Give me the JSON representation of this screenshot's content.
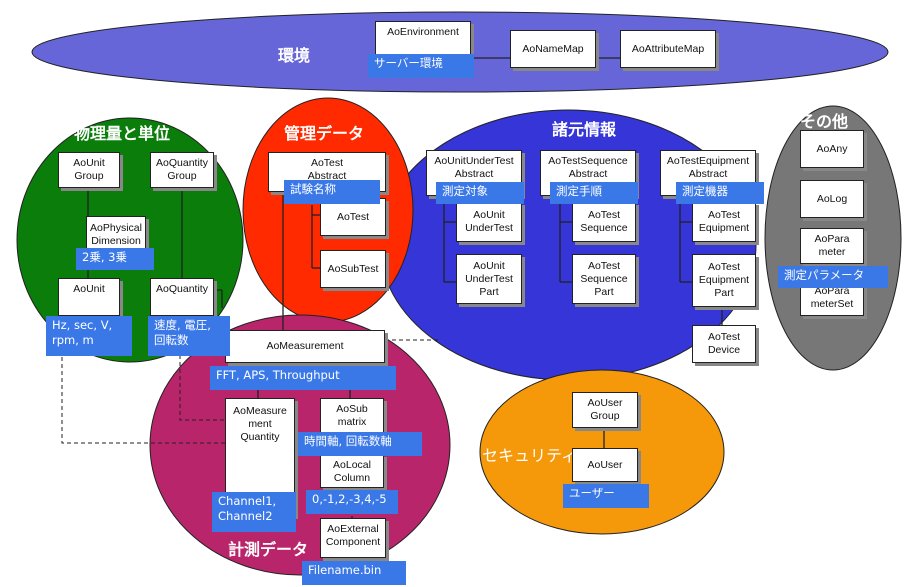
{
  "regions": {
    "environment": "環境",
    "physical": "物理量と単位",
    "management": "管理データ",
    "specs": "諸元情報",
    "other": "その他",
    "security": "セキュリティ",
    "measurement": "計測データ"
  },
  "boxes": {
    "environment": "AoEnvironment",
    "namemap": "AoNameMap",
    "attributemap": "AoAttributeMap",
    "unitgroup": "AoUnit\nGroup",
    "quantitygroup": "AoQuantity\nGroup",
    "physdim": "AoPhysical\nDimension",
    "unit": "AoUnit",
    "quantity": "AoQuantity",
    "testabstract": "AoTest\nAbstract",
    "test": "AoTest",
    "subtest": "AoSubTest",
    "uutabstract": "AoUnitUnderTest\nAbstract",
    "uut": "AoUnit\nUnderTest",
    "uutpart": "AoUnit\nUnderTest\nPart",
    "tsabstract": "AoTestSequence\nAbstract",
    "ts": "AoTest\nSequence",
    "tspart": "AoTest\nSequence\nPart",
    "teabstract": "AoTestEquipment\nAbstract",
    "te": "AoTest\nEquipment",
    "tepart": "AoTest\nEquipment\nPart",
    "device": "AoTest\nDevice",
    "any": "AoAny",
    "log": "AoLog",
    "parameter": "AoPara\nmeter",
    "parameterset": "AoPara\nmeterSet",
    "usergroup": "AoUser\nGroup",
    "user": "AoUser",
    "measurement": "AoMeasurement",
    "measquantity": "AoMeasure\nment\nQuantity",
    "submatrix": "AoSub\nmatrix",
    "localcolumn": "AoLocal\nColumn",
    "external": "AoExternal\nComponent"
  },
  "labels": {
    "server_env": "サーバー環境",
    "power": "2乗, 3乗",
    "units": "Hz, sec, V,\nrpm, m",
    "quantities": "速度, 電圧,\n回転数",
    "test_name": "試験名称",
    "target": "測定対象",
    "procedure": "測定手順",
    "equipment": "測定機器",
    "params": "測定パラメータ",
    "users": "ユーザー",
    "fft": "FFT, APS, Throughput",
    "axes": "時間軸, 回転数軸",
    "channels": "Channel1,\nChannel2",
    "values": "0,-1,2,-3,4,-5",
    "filename": "Filename.bin"
  },
  "colors": {
    "environment": "#6666d9",
    "physical": "#0a7d0a",
    "management": "#ff2a00",
    "specs": "#3535d8",
    "other": "#777777",
    "security": "#f5980a",
    "measurement": "#b8256a",
    "label": "#3b78e7"
  }
}
